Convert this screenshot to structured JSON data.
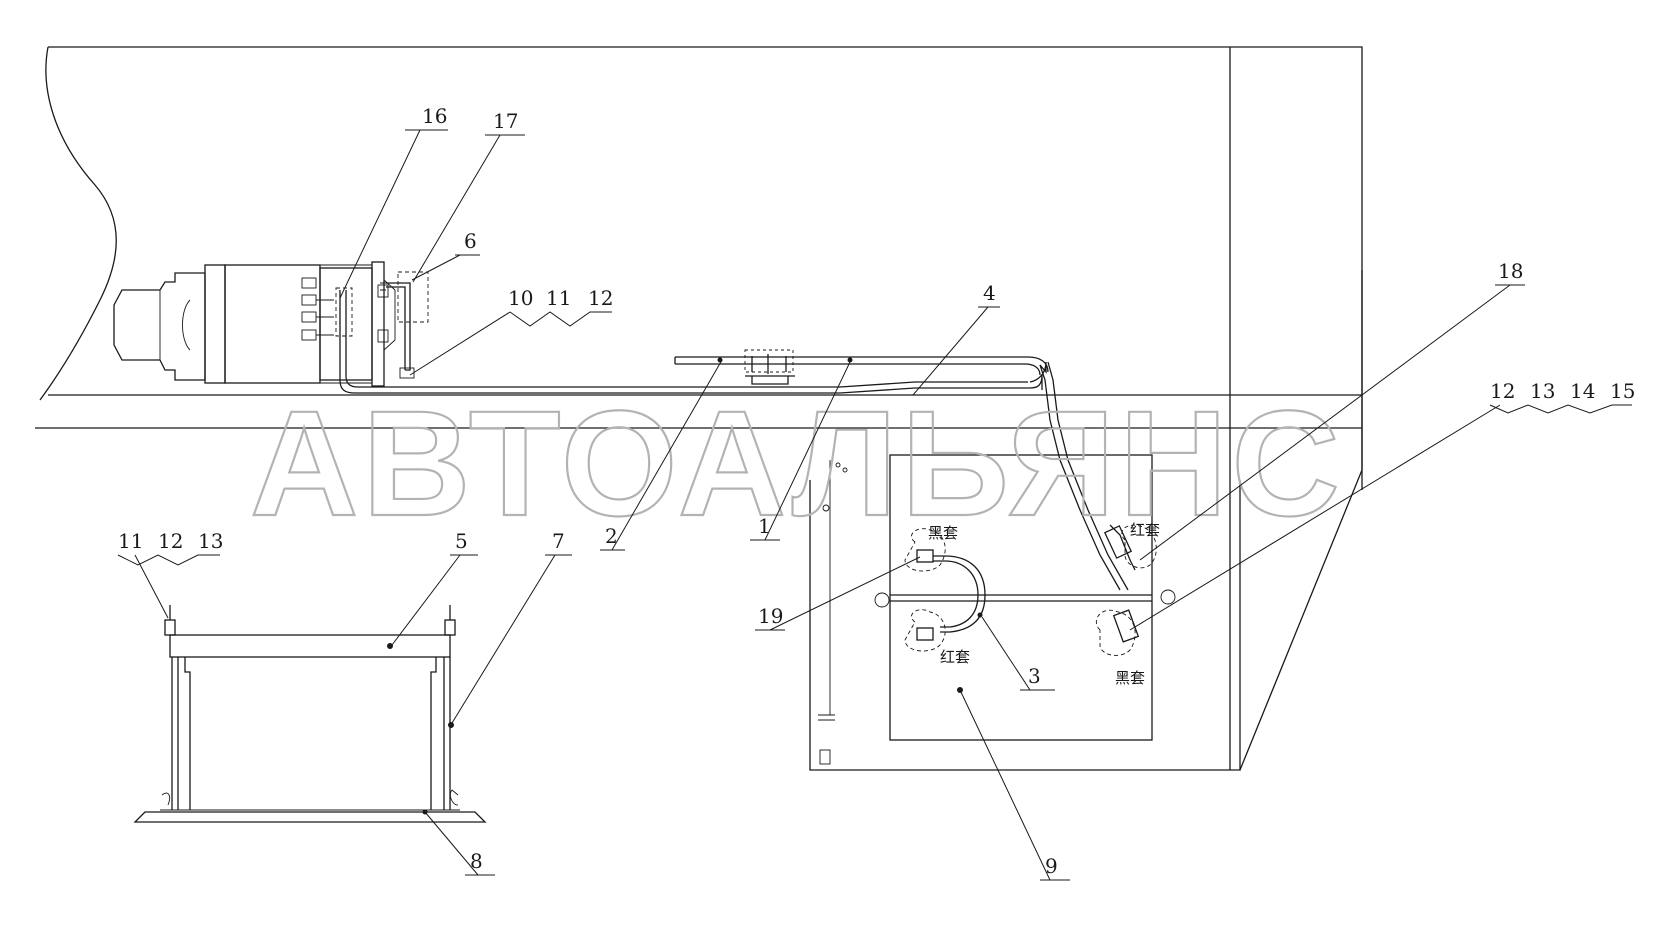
{
  "watermark": "АВТОАЛЬЯНС",
  "callouts": {
    "c1": "1",
    "c2": "2",
    "c3": "3",
    "c4": "4",
    "c5": "5",
    "c6": "6",
    "c7": "7",
    "c8": "8",
    "c9": "9",
    "c10": "10",
    "c11": "11",
    "c12": "12",
    "c13": "13",
    "c14": "14",
    "c15": "15",
    "c16": "16",
    "c17": "17",
    "c18": "18",
    "c19": "19"
  },
  "terminal_notes": {
    "black_sleeve": "黑套",
    "red_sleeve": "红套"
  }
}
